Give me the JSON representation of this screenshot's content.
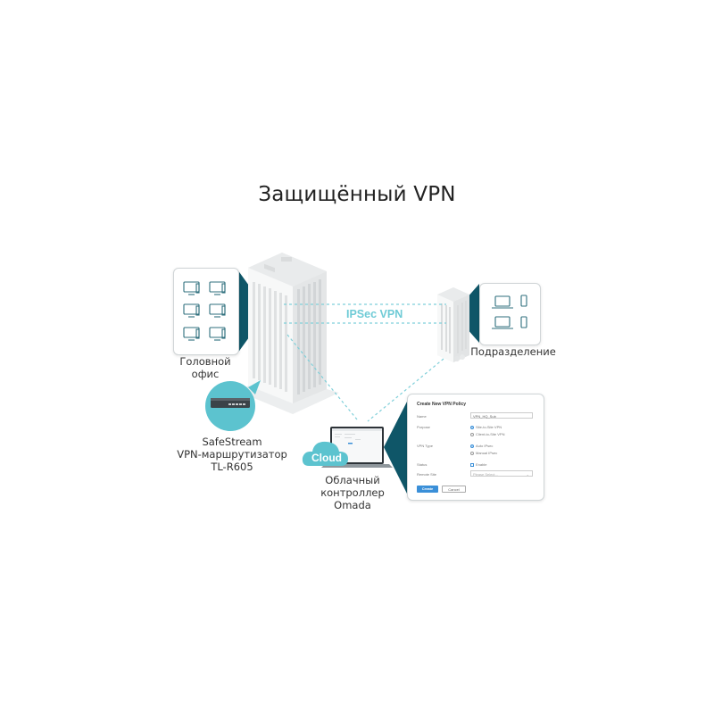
{
  "title": "Защищённый VPN",
  "connection": {
    "label": "IPSec VPN"
  },
  "head_office": {
    "label_line1": "Головной",
    "label_line2": "офис",
    "devices": [
      "desktop-icon",
      "desktop-icon",
      "desktop-icon",
      "desktop-icon",
      "desktop-icon",
      "desktop-icon"
    ]
  },
  "branch": {
    "label": "Подразделение",
    "devices": [
      "laptop-icon",
      "phone-icon",
      "laptop-icon",
      "phone-icon"
    ]
  },
  "router": {
    "line1": "SafeStream",
    "line2": "VPN-маршрутизатор",
    "line3": "TL-R605"
  },
  "controller": {
    "badge": "Cloud",
    "line1": "Облачный",
    "line2": "контроллер",
    "line3": "Omada"
  },
  "form": {
    "title": "Create New VPN Policy",
    "name_label": "Name",
    "name_value": "VPN_HQ_Sub",
    "purpose_label": "Purpose",
    "purpose_opt1": "Site-to-Site VPN",
    "purpose_opt2": "Client-to-Site VPN",
    "type_label": "VPN Type",
    "type_opt1": "Auto IPsec",
    "type_opt2": "Manual IPsec",
    "status_label": "Status",
    "status_value": "Enable",
    "remote_label": "Remote Site",
    "remote_placeholder": "Please Select...",
    "create_button": "Create",
    "cancel_button": "Cancel"
  },
  "colors": {
    "accent_teal": "#5cc3cf",
    "dark_teal": "#0f5668",
    "primary_button": "#3a8fd8",
    "dashed_line": "#7ecfd9"
  }
}
